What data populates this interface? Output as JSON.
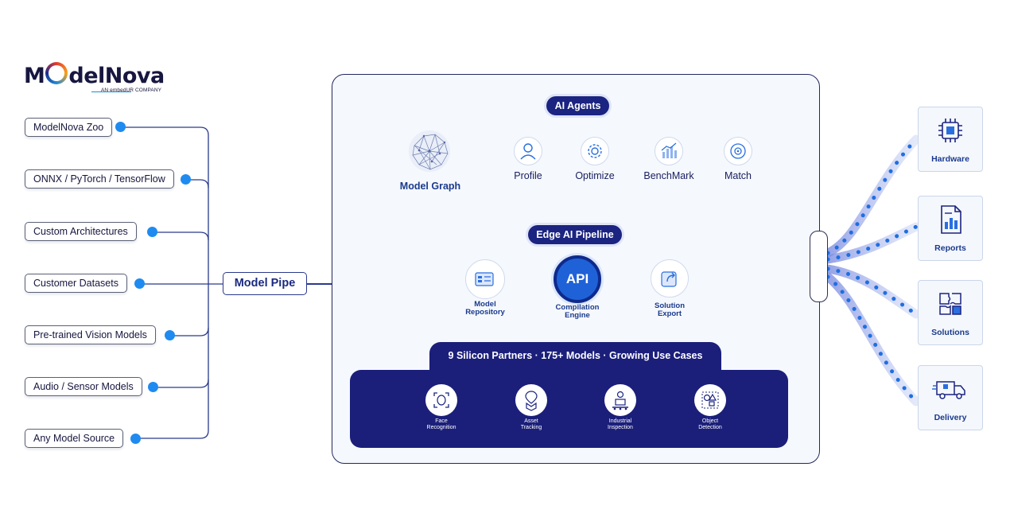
{
  "logo": {
    "brand": "ModelNova",
    "brand_pre": "M",
    "brand_post": "delNova",
    "tagline": "AN embedUR COMPANY"
  },
  "sources": [
    {
      "label": "ModelNova Zoo"
    },
    {
      "label": "ONNX / PyTorch / TensorFlow"
    },
    {
      "label": "Custom Architectures"
    },
    {
      "label": "Customer Datasets"
    },
    {
      "label": "Pre-trained Vision Models"
    },
    {
      "label": "Audio / Sensor Models"
    },
    {
      "label": "Any Model Source"
    }
  ],
  "model_pipe": "Model Pipe",
  "agents": {
    "title": "AI Agents",
    "graph_label": "Model Graph",
    "steps": [
      {
        "label": "Profile",
        "icon": "user-icon"
      },
      {
        "label": "Optimize",
        "icon": "gear-icon"
      },
      {
        "label": "BenchMark",
        "icon": "bar-chart-icon"
      },
      {
        "label": "Match",
        "icon": "target-icon"
      }
    ]
  },
  "pipeline": {
    "title": "Edge AI Pipeline",
    "api": "API",
    "left_label_1": "Model",
    "left_label_2": "Repository",
    "center_label_1": "Compilation",
    "center_label_2": "Engine",
    "right_label_1": "Solution",
    "right_label_2": "Export"
  },
  "partners": {
    "title": "9 Silicon Partners · 175+ Models · Growing Use Cases",
    "use_cases": [
      {
        "line1": "Face",
        "line2": "Recognition",
        "icon": "face-scan-icon"
      },
      {
        "line1": "Asset",
        "line2": "Tracking",
        "icon": "package-location-icon"
      },
      {
        "line1": "Industrial",
        "line2": "Inspection",
        "icon": "conveyor-icon"
      },
      {
        "line1": "Object",
        "line2": "Detection",
        "icon": "shapes-icon"
      }
    ]
  },
  "outputs": [
    {
      "label": "Hardware",
      "icon": "chip-icon"
    },
    {
      "label": "Reports",
      "icon": "report-icon"
    },
    {
      "label": "Solutions",
      "icon": "puzzle-icon"
    },
    {
      "label": "Delivery",
      "icon": "truck-icon"
    }
  ],
  "colors": {
    "navy": "#1b1f7a",
    "accent": "#1f8bf0",
    "panel": "#f5f8fd",
    "outline": "#23285e"
  }
}
